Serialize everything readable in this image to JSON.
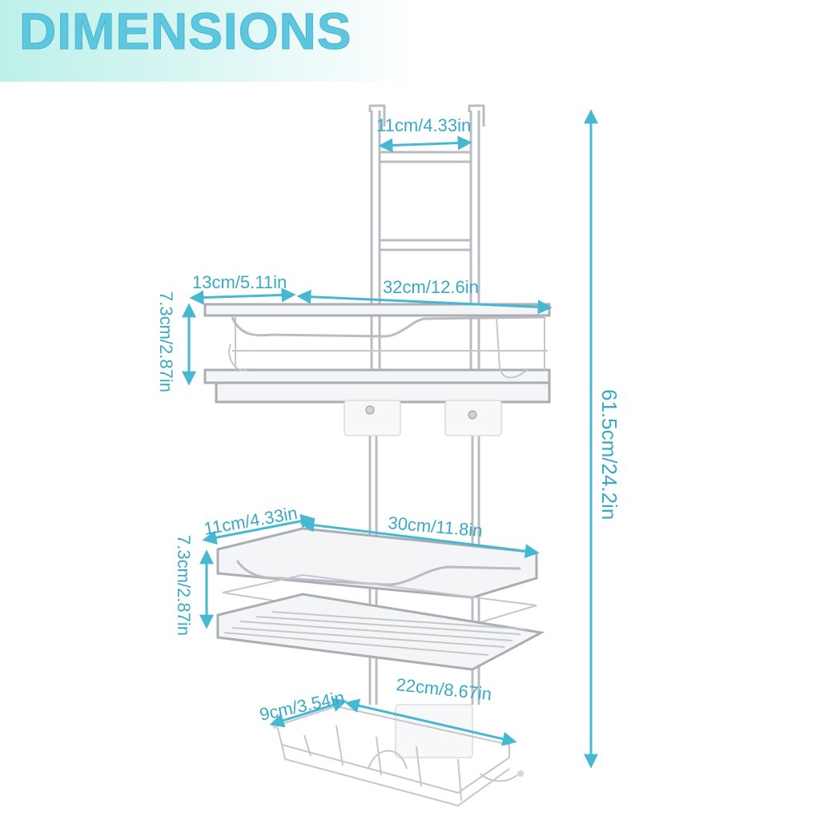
{
  "header": {
    "title": "DIMENSIONS"
  },
  "colors": {
    "accent": "#47b8d2",
    "title": "#5ec7e0",
    "frame": "#b9bcc2"
  },
  "dimensions": {
    "top_hook_width": "11cm/4.33in",
    "shelf1_depth": "13cm/5.11in",
    "shelf1_width": "32cm/12.6in",
    "shelf1_height": "7.3cm/2.87in",
    "shelf2_depth": "11cm/4.33in",
    "shelf2_width": "30cm/11.8in",
    "shelf2_height": "7.3cm/2.87in",
    "soap_depth": "9cm/3.54in",
    "soap_width": "22cm/8.67in",
    "total_height": "61.5cm/24.2in"
  }
}
